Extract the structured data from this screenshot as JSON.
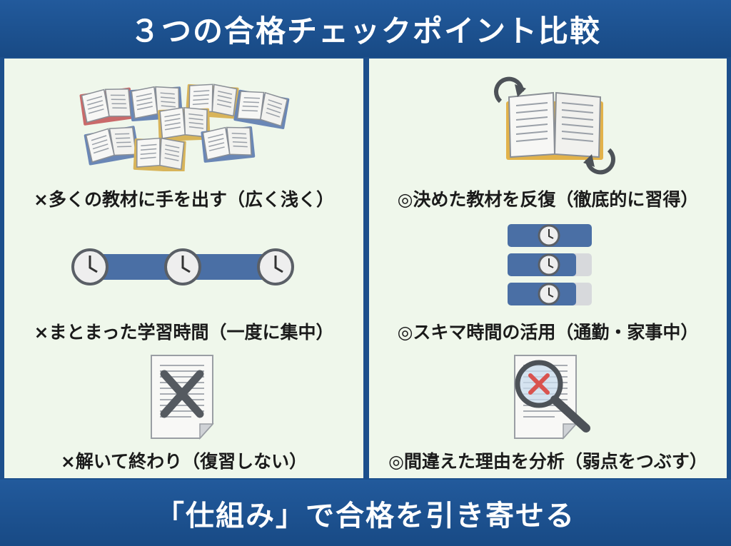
{
  "title": "３つの合格チェックポイント比較",
  "footer": "「仕組み」で合格を引き寄せる",
  "rows": [
    {
      "bad": {
        "label": "×多くの教材に手を出す（広く浅く）",
        "icon": "scattered-books-icon"
      },
      "good": {
        "label": "◎決めた教材を反復（徹底的に習得）",
        "icon": "book-repeat-icon"
      }
    },
    {
      "bad": {
        "label": "×まとまった学習時間（一度に集中）",
        "icon": "long-time-bar-icon"
      },
      "good": {
        "label": "◎スキマ時間の活用（通勤・家事中）",
        "icon": "time-slices-icon"
      }
    },
    {
      "bad": {
        "label": "×解いて終わり（復習しない）",
        "icon": "crossed-document-icon"
      },
      "good": {
        "label": "◎間違えた理由を分析（弱点をつぶす）",
        "icon": "magnify-error-icon"
      }
    }
  ],
  "colors": {
    "banner": "#1c4f8c",
    "panel": "#eff7eb",
    "bar_blue": "#4a6fa5",
    "clock_gray": "#5a5f66",
    "cross_gray": "#555a60",
    "cross_red": "#d9534f"
  }
}
